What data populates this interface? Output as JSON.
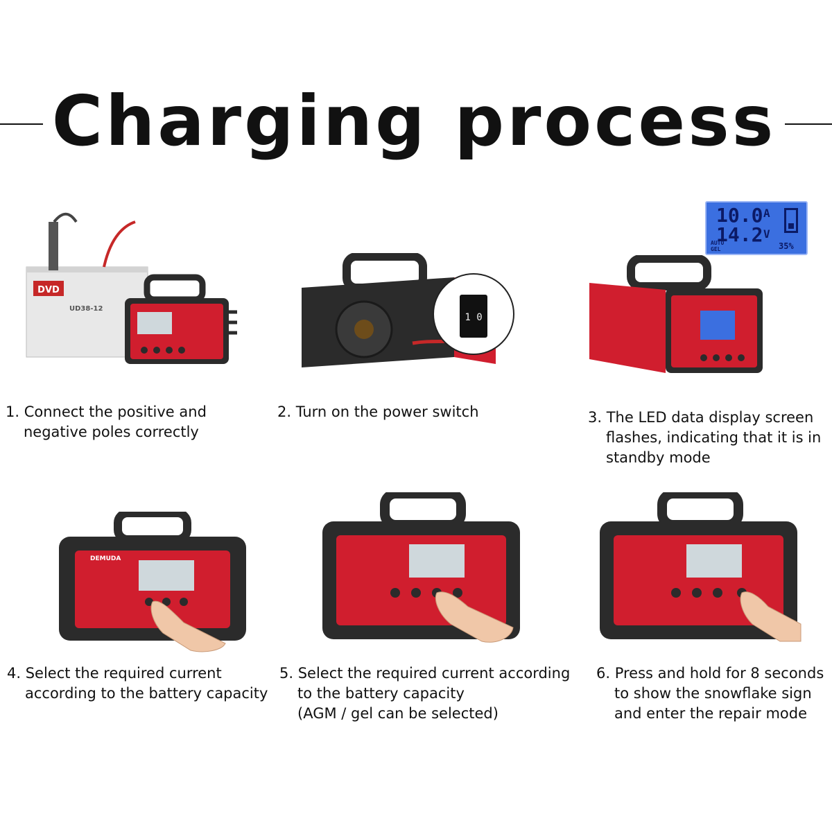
{
  "title": "Charging process",
  "steps": [
    {
      "lines": [
        "1. Connect the positive and",
        "negative poles correctly"
      ]
    },
    {
      "lines": [
        "2. Turn on the power switch"
      ]
    },
    {
      "lines": [
        "3. The LED data display screen",
        "flashes, indicating that it is in",
        "standby mode"
      ]
    },
    {
      "lines": [
        "4. Select the required current",
        "according to the battery capacity"
      ]
    },
    {
      "lines": [
        "5. Select the required current according",
        "to the battery capacity",
        "(AGM / gel can be selected)"
      ]
    },
    {
      "lines": [
        "6. Press and hold for 8 seconds",
        "to show the snowflake sign",
        "and enter the repair mode"
      ]
    }
  ],
  "lcd": {
    "current": "10.0",
    "current_unit": "A",
    "voltage": "14.2",
    "voltage_unit": "V",
    "mode_1": "AUTO",
    "mode_2": "GEL",
    "percent": "35%"
  },
  "battery_label": {
    "brand": "DVD",
    "model": "UD38-12"
  },
  "switch_label": "1 0",
  "brand": "DEMUDA",
  "colors": {
    "charger_red": "#d01e2e",
    "charger_black": "#2b2b2b",
    "lcd_blue": "#3b6fe0"
  }
}
